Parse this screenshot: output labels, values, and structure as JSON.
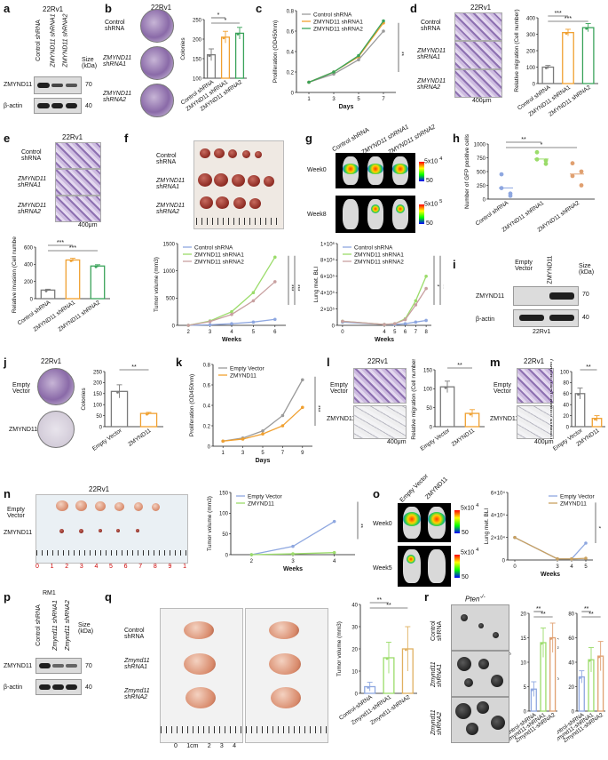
{
  "panels": {
    "a": {
      "label": "a",
      "cell": "22Rv1",
      "lanes": [
        "Control shRNA",
        "ZMYND11 shRNA1",
        "ZMYND11 shRNA2"
      ],
      "size_head": "Size (kDa)",
      "rows": [
        "ZMYND11",
        "β-actin"
      ],
      "sizes": [
        "70",
        "40"
      ]
    },
    "b": {
      "label": "b",
      "cell": "22Rv1",
      "dish_labels": [
        "Control shRNA",
        "ZMYND11 shRNA1",
        "ZMYND11 shRNA2"
      ],
      "sig": [
        "*",
        "*"
      ]
    },
    "c": {
      "label": "c",
      "sig": "**"
    },
    "d": {
      "label": "d",
      "cell": "22Rv1",
      "rows": [
        "Control shRNA",
        "ZMYND11 shRNA1",
        "ZMYND11 shRNA2"
      ],
      "scale": "400μm",
      "sig": [
        "***",
        "***"
      ]
    },
    "e": {
      "label": "e",
      "cell": "22Rv1",
      "rows": [
        "Control shRNA",
        "ZMYND11 shRNA1",
        "ZMYND11 shRNA2"
      ],
      "scale": "400μm",
      "sig": [
        "***",
        "***"
      ]
    },
    "f": {
      "label": "f",
      "rows": [
        "Control shRNA",
        "ZMYND11 shRNA1",
        "ZMYND11 shRNA2"
      ],
      "sig": [
        "***",
        "***"
      ]
    },
    "g": {
      "label": "g",
      "cols": [
        "Control shRNA",
        "ZMYND11 shRNA1",
        "ZMYND11 shRNA2"
      ],
      "weeks": [
        "Week0",
        "Week8"
      ],
      "scales": [
        [
          "5x10",
          "4",
          "50"
        ],
        [
          "5x10",
          "5",
          "50"
        ]
      ],
      "sig": [
        "*",
        "**"
      ]
    },
    "h": {
      "label": "h",
      "sig": [
        "**",
        "*"
      ]
    },
    "i": {
      "label": "i",
      "lanes": [
        "Empty Vector",
        "ZMYND11"
      ],
      "size_head": "Size (kDa)",
      "rows": [
        "ZMYND11",
        "β-actin"
      ],
      "sizes": [
        "70",
        "40"
      ],
      "cell": "22Rv1"
    },
    "j": {
      "label": "j",
      "cell": "22Rv1",
      "rows": [
        "Empty Vector",
        "ZMYND11"
      ],
      "sig": "**"
    },
    "k": {
      "label": "k",
      "sig": "***"
    },
    "l": {
      "label": "l",
      "cell": "22Rv1",
      "rows": [
        "Empty Vector",
        "ZMYND11"
      ],
      "scale": "400μm",
      "sig": "**"
    },
    "m": {
      "label": "m",
      "cell": "22Rv1",
      "rows": [
        "Empty Vector",
        "ZMYND11"
      ],
      "scale": "400μm",
      "sig": "**"
    },
    "n": {
      "label": "n",
      "cell": "22Rv1",
      "rows": [
        "Empty Vector",
        "ZMYND11"
      ],
      "ruler": [
        "0",
        "1",
        "2",
        "3",
        "4",
        "5",
        "6",
        "7",
        "8",
        "9",
        "1"
      ],
      "sig": "**"
    },
    "o": {
      "label": "o",
      "cols": [
        "Empty Vector",
        "ZMYND11"
      ],
      "weeks": [
        "Week0",
        "Week5"
      ],
      "scales": [
        [
          "5x10",
          "4",
          "50"
        ],
        [
          "5x10",
          "4",
          "50"
        ]
      ],
      "sig": "*"
    },
    "p": {
      "label": "p",
      "cell": "RM1",
      "lanes": [
        "Control shRNA",
        "Zmynd11 shRNA1",
        "Zmynd11 shRNA2"
      ],
      "size_head": "Size (kDa)",
      "rows": [
        "ZMYND11",
        "β-actin"
      ],
      "sizes": [
        "70",
        "40"
      ]
    },
    "q": {
      "label": "q",
      "rows": [
        "Control shRNA",
        "Zmynd11 shRNA1",
        "Zmynd11 shRNA2"
      ],
      "ruler": [
        "0",
        "1cm",
        "2",
        "3",
        "4"
      ],
      "sig": [
        "**",
        "**"
      ]
    },
    "r": {
      "label": "r",
      "title": "Pten",
      "title_sup": "-/-",
      "rows": [
        "Control shRNA",
        "Zmynd11 shRNA1",
        "Zmynd11 shRNA2"
      ],
      "sig": [
        "**",
        "**",
        "*",
        "*"
      ]
    }
  },
  "chart_data": [
    {
      "id": "b",
      "type": "bar",
      "categories": [
        "Control shRNA",
        "ZMYND11 shRNA1",
        "ZMYND11 shRNA2"
      ],
      "values": [
        160,
        205,
        215
      ],
      "errors": [
        15,
        15,
        15
      ],
      "ylabel": "Colonies",
      "ylim": [
        100,
        250
      ],
      "yticks": [
        100,
        150,
        200,
        250
      ],
      "colors": [
        "#7a7a7a",
        "#f0a030",
        "#3aa35a"
      ]
    },
    {
      "id": "c",
      "type": "line",
      "x": [
        1,
        3,
        5,
        7
      ],
      "xlabel": "Days",
      "ylabel": "Proliferation (OD450nm)",
      "xlim": [
        0,
        8
      ],
      "ylim": [
        0,
        0.8
      ],
      "yticks": [
        0,
        0.2,
        0.4,
        0.6,
        0.8
      ],
      "legend": "top-left",
      "series": [
        {
          "name": "Control shRNA",
          "values": [
            0.1,
            0.18,
            0.32,
            0.6
          ],
          "color": "#9a9a9a"
        },
        {
          "name": "ZMYND11 shRNA1",
          "values": [
            0.1,
            0.2,
            0.35,
            0.68
          ],
          "color": "#f0a030"
        },
        {
          "name": "ZMYND11 shRNA2",
          "values": [
            0.1,
            0.2,
            0.36,
            0.7
          ],
          "color": "#3aa35a"
        }
      ]
    },
    {
      "id": "d",
      "type": "bar",
      "categories": [
        "Control shRNA",
        "ZMYND11 shRNA1",
        "ZMYND11 shRNA2"
      ],
      "values": [
        100,
        310,
        340
      ],
      "errors": [
        10,
        20,
        25
      ],
      "ylabel": "Relative migration (Cell number)",
      "ylim": [
        0,
        400
      ],
      "yticks": [
        0,
        100,
        200,
        300,
        400
      ],
      "colors": [
        "#7a7a7a",
        "#f0a030",
        "#3aa35a"
      ]
    },
    {
      "id": "e",
      "type": "bar",
      "categories": [
        "Control shRNA",
        "ZMYND11 shRNA1",
        "ZMYND11 shRNA2"
      ],
      "values": [
        100,
        450,
        380
      ],
      "errors": [
        10,
        20,
        15
      ],
      "ylabel": "Relative invasion (Cell number)",
      "ylim": [
        0,
        600
      ],
      "yticks": [
        0,
        200,
        400,
        600
      ],
      "colors": [
        "#7a7a7a",
        "#f0a030",
        "#3aa35a"
      ]
    },
    {
      "id": "f",
      "type": "line",
      "x": [
        2,
        3,
        4,
        5,
        6
      ],
      "xlabel": "Weeks",
      "ylabel": "Tumor volume (mm3)",
      "xlim": [
        1.5,
        6.5
      ],
      "ylim": [
        0,
        1500
      ],
      "yticks": [
        0,
        500,
        1000,
        1500
      ],
      "legend": "top-left",
      "series": [
        {
          "name": "Control shRNA",
          "values": [
            0,
            10,
            30,
            60,
            110
          ],
          "color": "#8ea7e0"
        },
        {
          "name": "ZMYND11 shRNA1",
          "values": [
            0,
            80,
            250,
            600,
            1250
          ],
          "color": "#9bdc6a"
        },
        {
          "name": "ZMYND11 shRNA2",
          "values": [
            0,
            70,
            200,
            450,
            800
          ],
          "color": "#c8a0a0"
        }
      ]
    },
    {
      "id": "g",
      "type": "line",
      "x": [
        0,
        4,
        5,
        6,
        7,
        8
      ],
      "xlabel": "Weeks",
      "ylabel": "Lung met. BLI",
      "xlim": [
        -0.5,
        8.5
      ],
      "ylim": [
        0,
        1000000
      ],
      "yticks": [
        0,
        200000,
        400000,
        600000,
        800000,
        1000000
      ],
      "ytick_labels": [
        "0",
        "2×10⁵",
        "4×10⁵",
        "6×10⁵",
        "8×10⁵",
        "1×10⁶"
      ],
      "legend": "top-left",
      "series": [
        {
          "name": "Control shRNA",
          "values": [
            40000,
            10000,
            10000,
            20000,
            40000,
            60000
          ],
          "color": "#8ea7e0"
        },
        {
          "name": "ZMYND11 shRNA1",
          "values": [
            50000,
            10000,
            20000,
            80000,
            300000,
            600000
          ],
          "color": "#9bdc6a"
        },
        {
          "name": "ZMYND11 shRNA2",
          "values": [
            50000,
            10000,
            20000,
            70000,
            250000,
            450000
          ],
          "color": "#c8a0a0"
        }
      ]
    },
    {
      "id": "h",
      "type": "scatter",
      "categories": [
        "Control shRNA",
        "ZMYND11 shRNA1",
        "ZMYND11 shRNA2"
      ],
      "ylabel": "Number of GFP positive cells",
      "ylim": [
        0,
        1000
      ],
      "yticks": [
        0,
        250,
        500,
        750,
        1000
      ],
      "series": [
        {
          "name": "Control shRNA",
          "values": [
            200,
            100,
            450,
            60
          ],
          "color": "#8ea7e0"
        },
        {
          "name": "ZMYND11 shRNA1",
          "values": [
            850,
            700,
            720,
            640
          ],
          "color": "#9bdc6a"
        },
        {
          "name": "ZMYND11 shRNA2",
          "values": [
            650,
            500,
            420,
            250
          ],
          "color": "#e0a070"
        }
      ]
    },
    {
      "id": "j",
      "type": "bar",
      "categories": [
        "Empty Vector",
        "ZMYND11"
      ],
      "values": [
        160,
        60
      ],
      "errors": [
        30,
        5
      ],
      "ylabel": "Colonies",
      "ylim": [
        0,
        250
      ],
      "yticks": [
        0,
        50,
        100,
        150,
        200,
        250
      ],
      "colors": [
        "#7a7a7a",
        "#f0a030"
      ]
    },
    {
      "id": "k",
      "type": "line",
      "x": [
        1,
        3,
        5,
        7,
        9
      ],
      "xlabel": "Days",
      "ylabel": "Proliferation (OD450nm)",
      "xlim": [
        0,
        10
      ],
      "ylim": [
        0,
        0.8
      ],
      "yticks": [
        0,
        0.2,
        0.4,
        0.6,
        0.8
      ],
      "legend": "top-left",
      "series": [
        {
          "name": "Empty Vector",
          "values": [
            0.05,
            0.08,
            0.15,
            0.3,
            0.65
          ],
          "color": "#9a9a9a"
        },
        {
          "name": "ZMYND11",
          "values": [
            0.05,
            0.07,
            0.12,
            0.2,
            0.38
          ],
          "color": "#f0a030"
        }
      ]
    },
    {
      "id": "l",
      "type": "bar",
      "categories": [
        "Empty Vector",
        "ZMYND11"
      ],
      "values": [
        105,
        35
      ],
      "errors": [
        15,
        10
      ],
      "ylabel": "Relative migration (Cell number)",
      "ylim": [
        0,
        150
      ],
      "yticks": [
        0,
        50,
        100,
        150
      ],
      "colors": [
        "#7a7a7a",
        "#f0a030"
      ]
    },
    {
      "id": "m",
      "type": "bar",
      "categories": [
        "Empty Vector",
        "ZMYND11"
      ],
      "values": [
        60,
        15
      ],
      "errors": [
        10,
        5
      ],
      "ylabel": "Relative invasion (Cell number)",
      "ylim": [
        0,
        100
      ],
      "yticks": [
        0,
        20,
        40,
        60,
        80,
        100
      ],
      "colors": [
        "#7a7a7a",
        "#f0a030"
      ]
    },
    {
      "id": "n",
      "type": "line",
      "x": [
        2,
        3,
        4
      ],
      "xlabel": "Weeks",
      "ylabel": "Tumor volume (mm3)",
      "xlim": [
        1.5,
        4.5
      ],
      "ylim": [
        0,
        150
      ],
      "yticks": [
        0,
        50,
        100,
        150
      ],
      "legend": "top-left",
      "series": [
        {
          "name": "Empty Vector",
          "values": [
            0,
            20,
            80
          ],
          "color": "#8ea7e0"
        },
        {
          "name": "ZMYND11",
          "values": [
            0,
            2,
            5
          ],
          "color": "#9bdc6a"
        }
      ]
    },
    {
      "id": "o",
      "type": "line",
      "x": [
        0,
        3,
        4,
        5
      ],
      "xlabel": "Weeks",
      "ylabel": "Lung met. BLI",
      "xlim": [
        -0.5,
        5.5
      ],
      "ylim": [
        0,
        60000
      ],
      "yticks": [
        0,
        20000,
        40000,
        60000
      ],
      "ytick_labels": [
        "0",
        "2×10⁴",
        "4×10⁴",
        "6×10⁴"
      ],
      "legend": "top-right",
      "series": [
        {
          "name": "Empty Vector",
          "values": [
            20000,
            1000,
            1000,
            15000
          ],
          "color": "#8ea7e0"
        },
        {
          "name": "ZMYND11",
          "values": [
            20000,
            1000,
            1000,
            1500
          ],
          "color": "#c8a060"
        }
      ]
    },
    {
      "id": "q",
      "type": "bar",
      "categories": [
        "Control-shRNA",
        "Zmynd11-shRNA1",
        "Zmynd11-shRNA2"
      ],
      "values": [
        3,
        16,
        20
      ],
      "errors": [
        2,
        7,
        10
      ],
      "ylabel": "Tumor volume (mm3)",
      "ylim": [
        0,
        40
      ],
      "yticks": [
        0,
        10,
        20,
        30,
        40
      ],
      "colors": [
        "#8ea7e0",
        "#9bdc6a",
        "#e0b060"
      ]
    },
    {
      "id": "r1",
      "type": "bar",
      "categories": [
        "Control-shRNA",
        "Zmynd11-shRNA1",
        "Zmynd11-shRNA2"
      ],
      "values": [
        4.5,
        14,
        15
      ],
      "errors": [
        1.5,
        3,
        3
      ],
      "ylabel": "Number of organoids",
      "ylim": [
        0,
        20
      ],
      "yticks": [
        0,
        5,
        10,
        15,
        20
      ],
      "colors": [
        "#8ea7e0",
        "#9bdc6a",
        "#e0a070"
      ]
    },
    {
      "id": "r2",
      "type": "bar",
      "categories": [
        "Control-shRNA",
        "Zmynd11-shRNA1",
        "Zmynd11-shRNA2"
      ],
      "values": [
        28,
        42,
        45
      ],
      "errors": [
        5,
        10,
        12
      ],
      "ylabel": "Organoid size (μm)",
      "ylim": [
        0,
        80
      ],
      "yticks": [
        0,
        20,
        40,
        60,
        80
      ],
      "colors": [
        "#8ea7e0",
        "#9bdc6a",
        "#e0a070"
      ]
    }
  ]
}
